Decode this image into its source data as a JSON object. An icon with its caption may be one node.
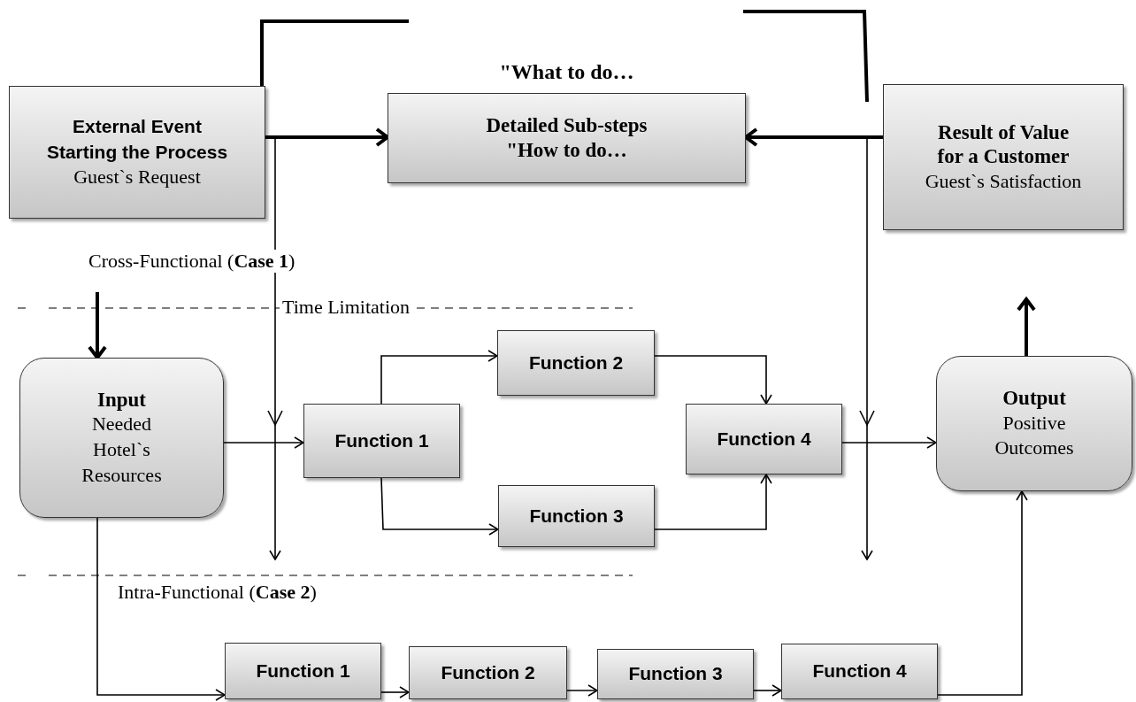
{
  "diagram": {
    "nodes": [
      {
        "text": [
          "External Event Starting the Process",
          "Guest`s Request"
        ]
      },
      {
        "text": [
          "\"What to do…",
          "Detailed Sub-steps \"How to do…"
        ]
      },
      {
        "text": [
          "Result of Value for a Customer",
          "Guest`s Satisfaction"
        ]
      },
      {
        "text": [
          "Input",
          "Needed Hotel`s Resources"
        ]
      },
      {
        "text": [
          "Function 1"
        ]
      },
      {
        "text": [
          "Function 2"
        ]
      },
      {
        "text": [
          "Function 3"
        ]
      },
      {
        "text": [
          "Function 4"
        ]
      },
      {
        "text": [
          "Output",
          "Positive Outcomes"
        ]
      },
      {
        "text": [
          "Function 1"
        ]
      },
      {
        "text": [
          "Function 2"
        ]
      },
      {
        "text": [
          "Function 3"
        ]
      },
      {
        "text": [
          "Function 4"
        ]
      }
    ],
    "edges": [
      {
        "from": 0,
        "to": 1,
        "arrow": "to",
        "style": "thick"
      },
      {
        "from": 2,
        "to": 1,
        "arrow": "to",
        "style": "thick"
      },
      {
        "from": 0,
        "to": null,
        "arrow": "to"
      },
      {
        "from": 2,
        "to": null,
        "arrow": "to"
      },
      {
        "from": null,
        "to": 3,
        "arrow": "to",
        "style": "thick"
      },
      {
        "from": 3,
        "to": 4,
        "arrow": "to"
      },
      {
        "from": 4,
        "to": 5,
        "arrow": "to"
      },
      {
        "from": 4,
        "to": 6,
        "arrow": "to"
      },
      {
        "from": 5,
        "to": 7,
        "arrow": "to"
      },
      {
        "from": 6,
        "to": 7,
        "arrow": "to"
      },
      {
        "from": 7,
        "to": 8,
        "arrow": "to"
      },
      {
        "from": 8,
        "to": null,
        "arrow": "to",
        "style": "thick"
      },
      {
        "from": 3,
        "to": 9,
        "arrow": "to"
      },
      {
        "from": 9,
        "to": 10,
        "arrow": "to"
      },
      {
        "from": 10,
        "to": 11,
        "arrow": "to"
      },
      {
        "from": 11,
        "to": 12,
        "arrow": "to"
      },
      {
        "from": 12,
        "to": 8,
        "arrow": "to"
      }
    ],
    "labels": [
      "Cross-Functional (**Case 1**)",
      "Time Limitation",
      "Intra-Functional (**Case 2**)"
    ]
  }
}
